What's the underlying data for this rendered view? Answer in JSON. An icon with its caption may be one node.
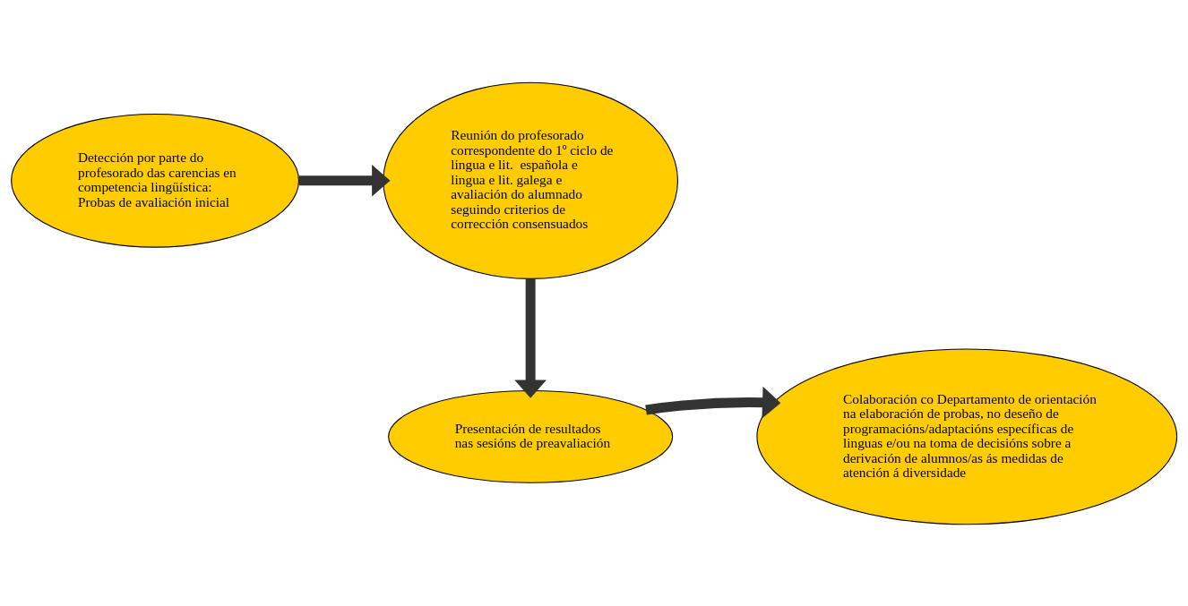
{
  "diagram": {
    "nodes": [
      {
        "text": [
          "Detección por parte do profesorado das carencias en competencia lingüística: Probas de avaliación inicial"
        ]
      },
      {
        "text": [
          "Reunión do profesorado correspondente do 1º ciclo de lingua e lit.  española e lingua e lit. galega e avaliación do alumnado seguindo criterios de corrección consensuados"
        ]
      },
      {
        "text": [
          "Colaboración co Departamento de orientación na elaboración de probas, no deseño de programacións/adaptacións específicas de linguas e/ou na toma de decisións sobre a derivación de alumnos/as ás medidas de atención á diversidade"
        ]
      },
      {
        "text": [
          "Presentación de resultados nas sesións de preavaliación"
        ]
      }
    ],
    "edges": [
      {
        "from": 0,
        "to": 1,
        "arrow": "to"
      },
      {
        "from": 1,
        "to": 3,
        "arrow": "to"
      },
      {
        "from": 3,
        "to": 2,
        "arrow": "to"
      }
    ]
  }
}
